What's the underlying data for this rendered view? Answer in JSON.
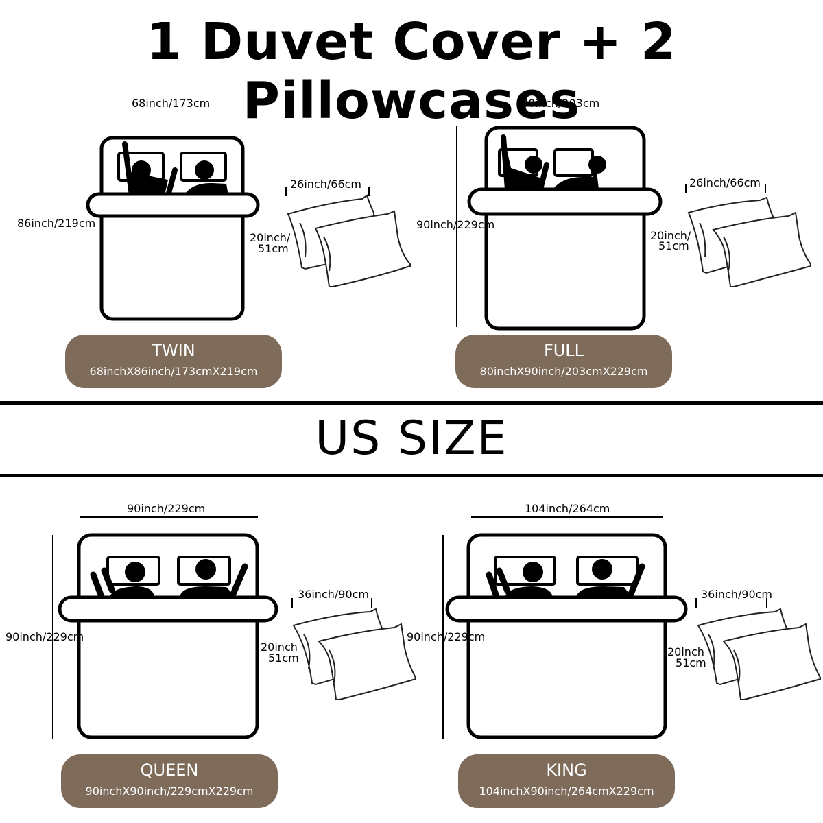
{
  "header": {
    "title": "1 Duvet Cover + 2 Pillowcases"
  },
  "divider": {
    "label": "US SIZE"
  },
  "colors": {
    "badge_bg": "#7e6b5a",
    "badge_text": "#ffffff",
    "line": "#000000"
  },
  "sizes": [
    {
      "name": "TWIN",
      "dims": "68inchX86inch/173cmX219cm",
      "width_label": "68inch/173cm",
      "length_label": "86inch/219cm",
      "pillow_width": "26inch/66cm",
      "pillow_height_1": "20inch/",
      "pillow_height_2": "51cm"
    },
    {
      "name": "FULL",
      "dims": "80inchX90inch/203cmX229cm",
      "width_label": "80inch/203cm",
      "length_label": "90inch/229cm",
      "pillow_width": "26inch/66cm",
      "pillow_height_1": "20inch/",
      "pillow_height_2": "51cm"
    },
    {
      "name": "QUEEN",
      "dims": "90inchX90inch/229cmX229cm",
      "width_label": "90inch/229cm",
      "length_label": "90inch/229cm",
      "pillow_width": "36inch/90cm",
      "pillow_height_1": "20inch",
      "pillow_height_2": "51cm"
    },
    {
      "name": "KING",
      "dims": "104inchX90inch/264cmX229cm",
      "width_label": "104inch/264cm",
      "length_label": "90inch/229cm",
      "pillow_width": "36inch/90cm",
      "pillow_height_1": "20inch",
      "pillow_height_2": "51cm"
    }
  ]
}
